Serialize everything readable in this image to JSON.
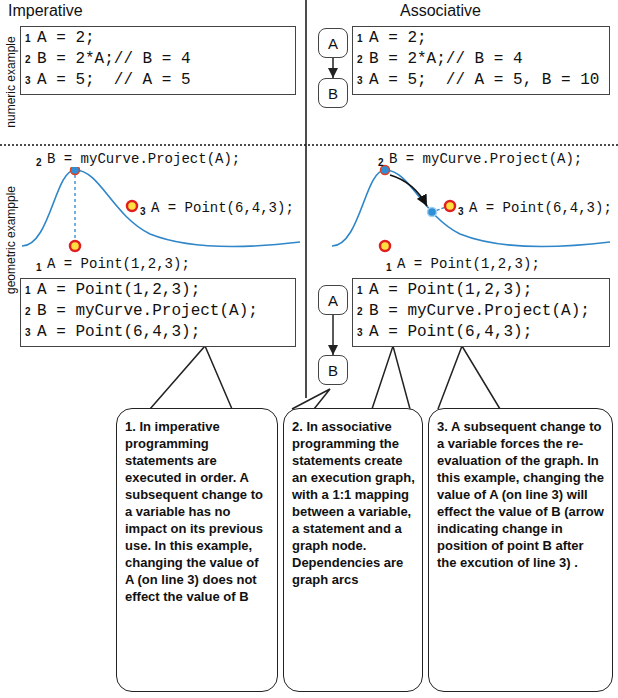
{
  "diagram": {
    "nodes": [
      {
        "text": [
          "1",
          "A = 2;",
          "2",
          "B = 2*A;// B = 4",
          "3",
          "A = 5;  // A = 5"
        ]
      },
      {
        "text": [
          "A"
        ]
      },
      {
        "text": [
          "B"
        ]
      },
      {
        "text": [
          "1",
          "A = 2;",
          "2",
          "B = 2*A;// B = 4",
          "3",
          "A = 5;  // A = 5, B = 10"
        ]
      },
      {
        "text": [
          "1",
          "A = Point(1,2,3);",
          "2",
          "B = myCurve.Project(A);",
          "3",
          "A = Point(6,4,3);"
        ]
      },
      {
        "text": [
          "A"
        ]
      },
      {
        "text": [
          "B"
        ]
      },
      {
        "text": [
          "1",
          "A = Point(1,2,3);",
          "2",
          "B = myCurve.Project(A);",
          "3",
          "A = Point(6,4,3);"
        ]
      },
      {
        "text": [
          "1. In imperative programming statements are executed in order. A subsequent change to a variable has no impact on its previous use. In this example, changing the value of A (on line 3) does not effect the value of B"
        ]
      },
      {
        "text": [
          "2. In associative programming the statements create an execution graph, with a 1:1 mapping between a variable, a statement and a graph node. Dependencies are graph arcs"
        ]
      },
      {
        "text": [
          "3. A subsequent change to a variable forces the re-evaluation of the graph. In this example, changing the value of A (on line 3) will effect the value of B (arrow indicating change in position of point B after the excution of line 3) ."
        ]
      }
    ],
    "edges": [
      {
        "from": 1,
        "to": 2,
        "arrow": "to"
      },
      {
        "from": 5,
        "to": 6,
        "arrow": "to"
      }
    ],
    "labels": [
      "Imperative",
      "Associative",
      "numeric example",
      "geometric exampple",
      "2",
      "B = myCurve.Project(A);",
      "3",
      "A = Point(6,4,3);",
      "1",
      "A = Point(1,2,3);",
      "2",
      "B = myCurve.Project(A);",
      "3",
      "A = Point(6,4,3);",
      "1",
      "A = Point(1,2,3);"
    ]
  }
}
